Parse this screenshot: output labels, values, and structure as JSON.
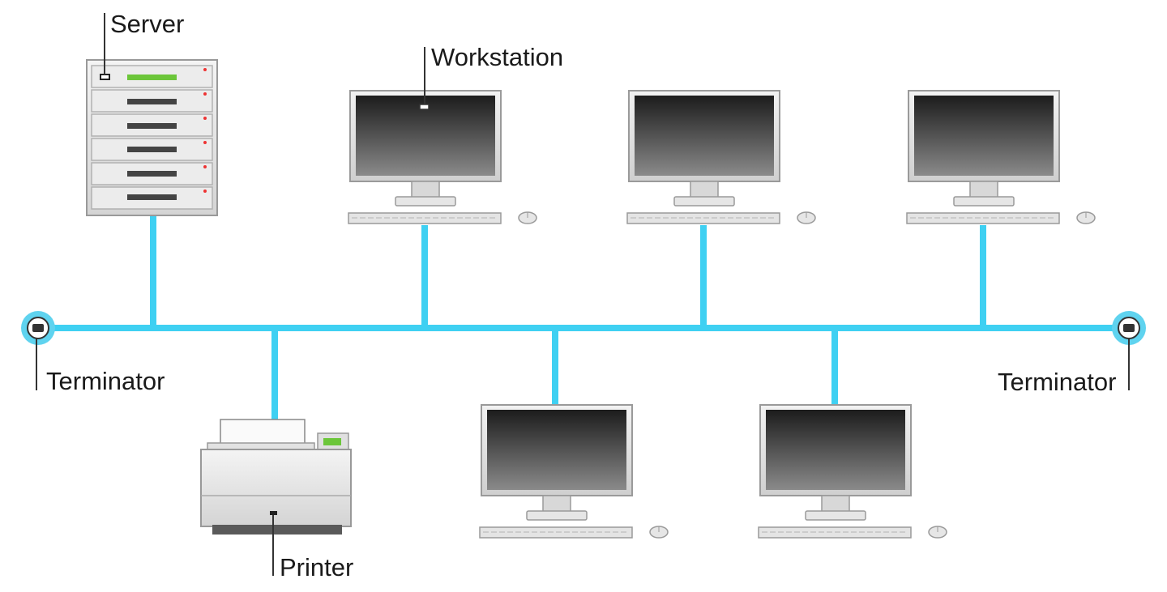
{
  "labels": {
    "server": "Server",
    "workstation": "Workstation",
    "terminator_left": "Terminator",
    "terminator_right": "Terminator",
    "printer": "Printer"
  },
  "colors": {
    "bus": "#3fd0f2",
    "terminator_ring": "#5fd3ef",
    "screen_dark": "#222222",
    "screen_light": "#8a8a8a",
    "server_led_green": "#6cc63a",
    "server_led_red": "#ee3333"
  }
}
